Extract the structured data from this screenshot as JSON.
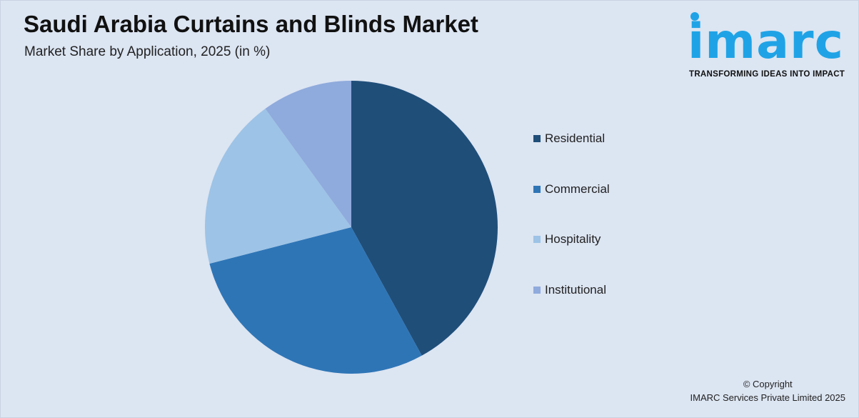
{
  "title": "Saudi Arabia Curtains and Blinds Market",
  "subtitle": "Market Share by Application, 2025 (in %)",
  "logo": {
    "word": "imarc",
    "tagline": "TRANSFORMING IDEAS INTO IMPACT"
  },
  "copyright": {
    "line1": "© Copyright",
    "line2": "IMARC Services Private Limited 2025"
  },
  "chart_data": {
    "type": "pie",
    "title": "Saudi Arabia Curtains and Blinds Market",
    "subtitle": "Market Share by Application, 2025 (in %)",
    "categories": [
      "Residential",
      "Commercial",
      "Hospitality",
      "Institutional"
    ],
    "values": [
      42,
      29,
      19,
      10
    ],
    "colors": [
      "#1f4e79",
      "#2e75b6",
      "#9dc3e6",
      "#8faadc"
    ],
    "start_angle": "12 o'clock",
    "direction": "clockwise",
    "legend_position": "right"
  }
}
